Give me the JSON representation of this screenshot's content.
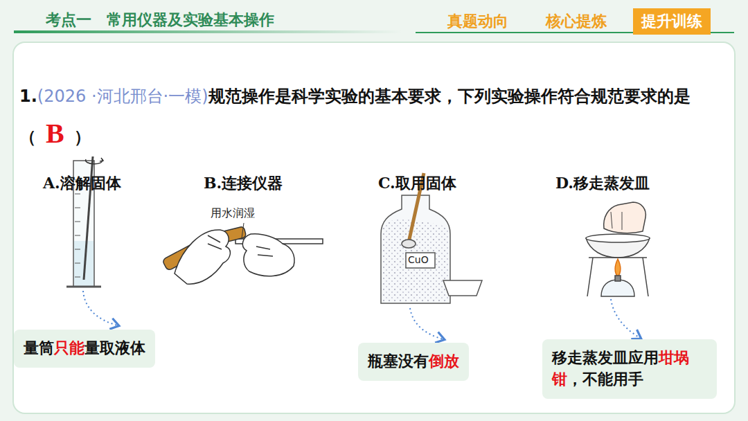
{
  "diagram": {
    "title": "考点一　常用仪器及实验基本操作",
    "nodes": [
      {
        "text": [
          "提升训练"
        ]
      },
      {
        "text": [
          "量筒",
          "只能",
          "量取液体"
        ]
      },
      {
        "text": [
          "瓶塞没有",
          "倒放"
        ]
      },
      {
        "text": [
          "移走蒸发皿应用",
          "坩埚钳",
          "，不能用手"
        ]
      }
    ],
    "labels": [
      "真题动向",
      "核心提炼",
      "1.",
      "(2026 ·河北邢台·一模)",
      "规范操作是科学实验的基本要求，下列实验操作符合规范要求的是（",
      "B",
      "）",
      "A.溶解固体",
      "B.连接仪器",
      "C.取用固体",
      "D.移走蒸发皿",
      "用水润湿",
      "CuO"
    ]
  }
}
